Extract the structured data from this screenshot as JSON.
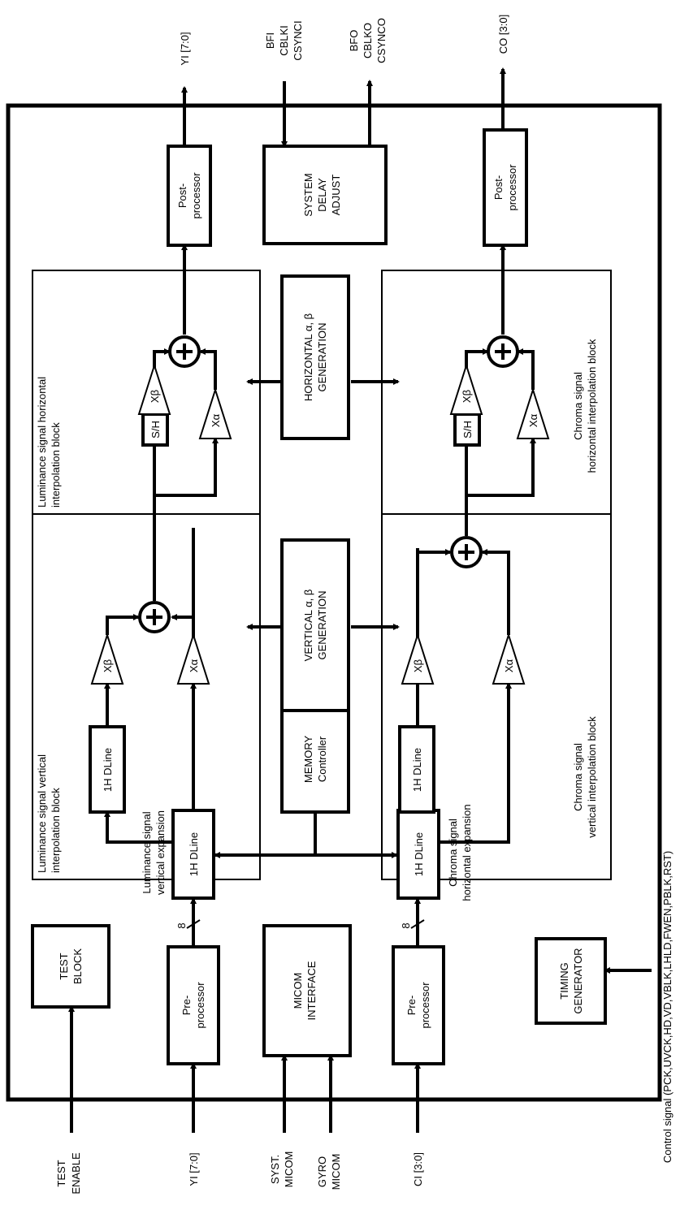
{
  "pins": {
    "test_enable": [
      "TEST",
      "ENABLE"
    ],
    "yi_in": "YI [7:0]",
    "syst_micom": [
      "SYST.",
      "MICOM"
    ],
    "gyro_micom": [
      "GYRO",
      "MICOM"
    ],
    "ci_in": "CI [3:0]",
    "control_signal": "Control signal (PCK,UVCK,HD,VD,VBLK,LHLD,FWEN,PBLK,RST)",
    "yi_out": "YI [7:0]",
    "co_out": "CO [3:0]",
    "sync_in": [
      "BFI",
      "CBLKI",
      "CSYNCI"
    ],
    "sync_out": [
      "BFO",
      "CBLKO",
      "CSYNCO"
    ]
  },
  "blocks": {
    "test_block": [
      "TEST",
      "BLOCK"
    ],
    "micom_interface": [
      "MICOM",
      "INTERFACE"
    ],
    "timing_generator": [
      "TIMING",
      "GENERATOR"
    ],
    "y_preprocessor": [
      "Pre-",
      "processor"
    ],
    "c_preprocessor": [
      "Pre-",
      "processor"
    ],
    "y_expansion_dline": "1H DLine",
    "c_expansion_dline": "1H DLine",
    "memory_controller": [
      "MEMORY",
      "Controller"
    ],
    "vertical_gen": [
      "VERTICAL α, β",
      "GENERATION"
    ],
    "horizontal_gen": [
      "HORIZONTAL α, β",
      "GENERATION"
    ],
    "system_delay_adjust": [
      "SYSTEM",
      "DELAY",
      "ADJUST"
    ],
    "y_postprocessor": [
      "Post-",
      "processor"
    ],
    "c_postprocessor": [
      "Post-",
      "processor"
    ],
    "y_vert_dline": "1H DLine",
    "c_vert_dline": "1H DLine",
    "sample_hold": "S/H",
    "mult_beta": "Xβ",
    "mult_alpha": "Xα",
    "bus_width": "8"
  },
  "labels": {
    "lum_vertical_expansion": [
      "Luminance signal",
      "vertical expansion"
    ],
    "chroma_horizontal_expansion": [
      "Chroma signal",
      "horizontal expansion"
    ],
    "lum_vertical_block": [
      "Luminance signal vertical",
      "interpolation block"
    ],
    "lum_horizontal_block": [
      "Luminance signal horizontal",
      "interpolation block"
    ],
    "chroma_vertical_block": [
      "Chroma signal",
      "vertical interpolation block"
    ],
    "chroma_horizontal_block": [
      "Chroma signal",
      "horizontal interpolation block"
    ]
  }
}
